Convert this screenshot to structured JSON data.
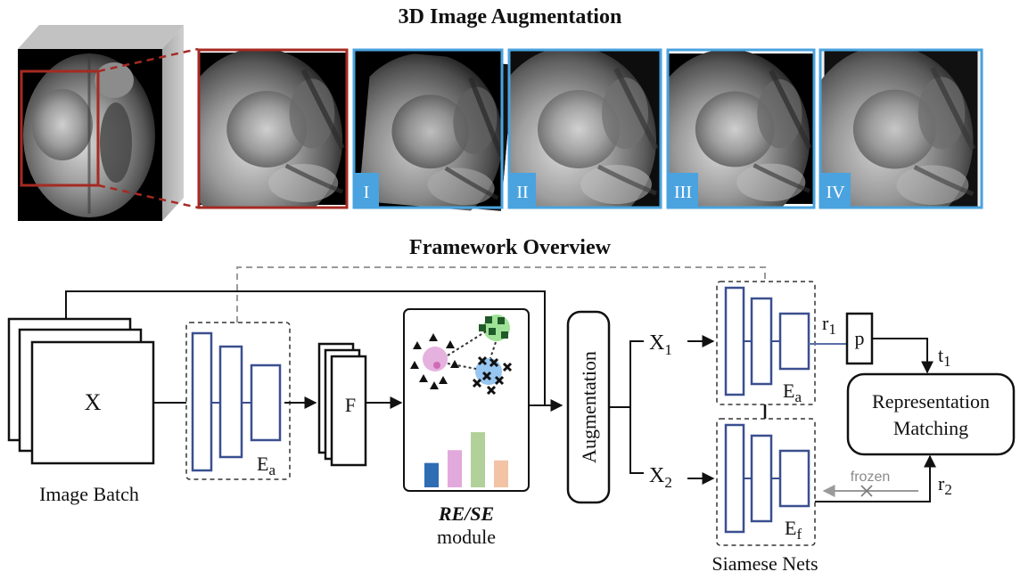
{
  "augmentation_section": {
    "title": "3D Image Augmentation",
    "variant_labels": [
      "I",
      "II",
      "III",
      "IV"
    ]
  },
  "framework_section": {
    "title": "Framework Overview",
    "input_symbol": "X",
    "image_batch_label": "Image Batch",
    "encoder_a": {
      "main": "E",
      "sub": "a"
    },
    "encoder_f": {
      "main": "E",
      "sub": "f"
    },
    "feature_symbol": "F",
    "module_label_bold": "RE/SE",
    "module_label_normal": "module",
    "augmentation_label": "Augmentation",
    "view_1": {
      "main": "X",
      "sub": "1"
    },
    "view_2": {
      "main": "X",
      "sub": "2"
    },
    "rep_1": {
      "main": "r",
      "sub": "1"
    },
    "rep_2": {
      "main": "r",
      "sub": "2"
    },
    "target_1": {
      "main": "t",
      "sub": "1"
    },
    "predictor_label": "p",
    "matching_label_line1": "Representation",
    "matching_label_line2": "Matching",
    "frozen_label": "frozen",
    "siamese_label": "Siamese Nets"
  },
  "colors": {
    "highlight_red": "#a52a22",
    "augment_blue": "#4aa3df",
    "encoder_stroke": "#3a4f8f",
    "bar_colors": [
      "#2e6db4",
      "#e2a9dc",
      "#b2d19a",
      "#f3c3a5"
    ]
  },
  "bar_chart_values": [
    0.38,
    0.58,
    0.86,
    0.42
  ]
}
